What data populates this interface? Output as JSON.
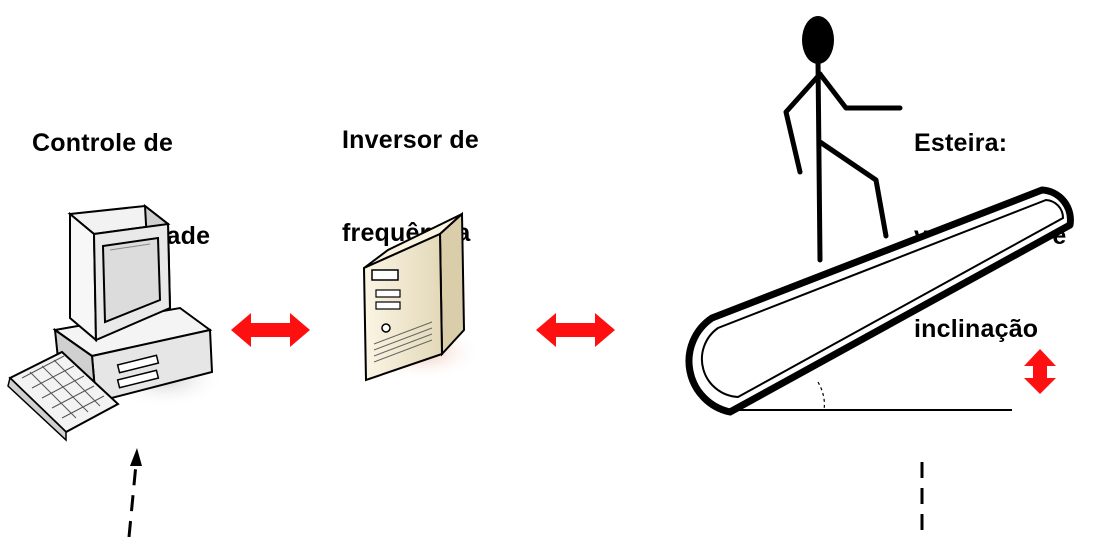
{
  "labels": {
    "controle": [
      "Controle de",
      "velocidade"
    ],
    "inversor": [
      "Inversor de",
      "frequência"
    ],
    "esteira": [
      "Esteira:",
      "velocidade e",
      "inclinação"
    ]
  },
  "colors": {
    "arrow": "#ff1010",
    "stroke": "#000000",
    "computer_body": "#e4e4e4",
    "monitor_screen": "#dcdcdc",
    "tower_body": "#efe6cf",
    "tower_shadow": "#f4d6c8"
  },
  "icons": [
    "computer-icon",
    "keyboard-icon",
    "server-tower-icon",
    "stick-figure-icon",
    "treadmill-belt-icon",
    "double-arrow-icon",
    "vertical-double-arrow-icon",
    "incline-angle-arc-icon"
  ]
}
